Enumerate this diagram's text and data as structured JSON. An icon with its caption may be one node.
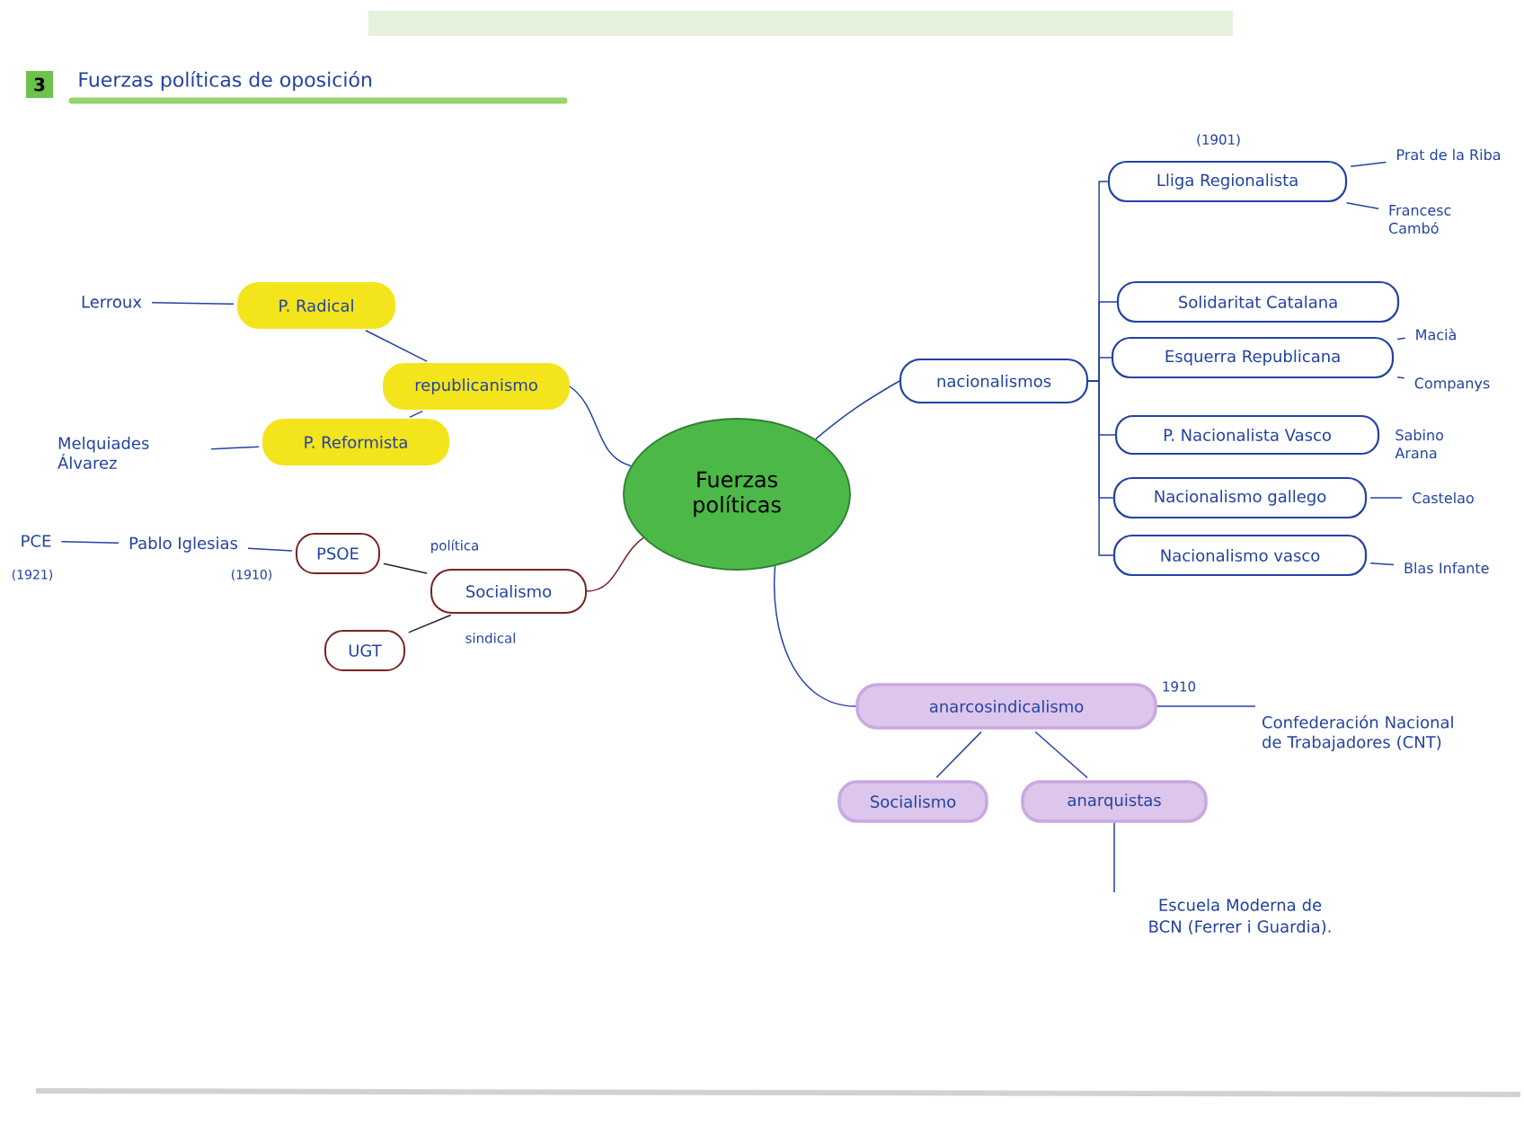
{
  "diagram": {
    "title": "Fuerzas políticas de oposición",
    "nodes": [
      {
        "text": [
          "Fuerzas políticas"
        ]
      },
      {
        "text": [
          "republicanismo"
        ]
      },
      {
        "text": [
          "P. Radical"
        ]
      },
      {
        "text": [
          "P. Reformista"
        ]
      },
      {
        "text": [
          "Lerroux"
        ]
      },
      {
        "text": [
          "Melquiades Álvarez"
        ]
      },
      {
        "text": [
          "Socialismo"
        ]
      },
      {
        "text": [
          "PSOE"
        ]
      },
      {
        "text": [
          "UGT"
        ]
      },
      {
        "text": [
          "Pablo Iglesias"
        ],
        "beside": [
          "(1910)"
        ]
      },
      {
        "text": [
          "PCE"
        ],
        "beside": [
          "(1921)"
        ]
      },
      {
        "text": [
          "nacionalismos"
        ]
      },
      {
        "text": [
          "Lliga Regionalista"
        ],
        "beside": [
          "(1901)"
        ]
      },
      {
        "text": [
          "Prat de la Riba"
        ]
      },
      {
        "text": [
          "Francesc Cambó"
        ]
      },
      {
        "text": [
          "Solidaritat Catalana"
        ]
      },
      {
        "text": [
          "Esquerra Republicana"
        ]
      },
      {
        "text": [
          "Macià"
        ]
      },
      {
        "text": [
          "Companys"
        ]
      },
      {
        "text": [
          "P. Nacionalista Vasco"
        ],
        "beside": [
          "Sabino Arana"
        ]
      },
      {
        "text": [
          "Nacionalismo gallego"
        ]
      },
      {
        "text": [
          "Castelao"
        ]
      },
      {
        "text": [
          "Nacionalismo vasco"
        ]
      },
      {
        "text": [
          "Blas Infante"
        ]
      },
      {
        "text": [
          "anarcosindicalismo"
        ]
      },
      {
        "text": [
          "Confederación Nacional de Trabajadores (CNT)"
        ]
      },
      {
        "text": [
          "Socialismo"
        ]
      },
      {
        "text": [
          "anarquistas"
        ]
      },
      {
        "text": [
          "Escuela Moderna de BCN (Ferrer i Guardia)."
        ]
      }
    ],
    "edges": [
      {
        "from": 0,
        "to": 1,
        "arrow": "none"
      },
      {
        "from": 1,
        "to": 2,
        "arrow": "none"
      },
      {
        "from": 1,
        "to": 3,
        "arrow": "none"
      },
      {
        "from": 4,
        "to": 2,
        "arrow": "none"
      },
      {
        "from": 5,
        "to": 3,
        "arrow": "none"
      },
      {
        "from": 0,
        "to": 6,
        "arrow": "none",
        "color": "#7a2323"
      },
      {
        "from": 6,
        "to": 7,
        "arrow": "none",
        "label": "política",
        "color": "#222222"
      },
      {
        "from": 6,
        "to": 8,
        "arrow": "none",
        "label": "sindical",
        "color": "#222222"
      },
      {
        "from": 9,
        "to": 7,
        "arrow": "none"
      },
      {
        "from": 10,
        "to": 9,
        "arrow": "none"
      },
      {
        "from": 0,
        "to": 11,
        "arrow": "none"
      },
      {
        "from": 11,
        "to": 12,
        "arrow": "none"
      },
      {
        "from": 11,
        "to": 15,
        "arrow": "none"
      },
      {
        "from": 11,
        "to": 16,
        "arrow": "none"
      },
      {
        "from": 11,
        "to": 19,
        "arrow": "none"
      },
      {
        "from": 11,
        "to": 20,
        "arrow": "none"
      },
      {
        "from": 11,
        "to": 22,
        "arrow": "none"
      },
      {
        "from": 12,
        "to": 13,
        "arrow": "none"
      },
      {
        "from": 12,
        "to": 14,
        "arrow": "none"
      },
      {
        "from": 16,
        "to": 17,
        "arrow": "none"
      },
      {
        "from": 16,
        "to": 18,
        "arrow": "none"
      },
      {
        "from": 20,
        "to": 21,
        "arrow": "none"
      },
      {
        "from": 22,
        "to": 23,
        "arrow": "none"
      },
      {
        "from": 0,
        "to": 24,
        "arrow": "none"
      },
      {
        "from": 24,
        "to": 25,
        "arrow": "none",
        "label": "1910"
      },
      {
        "from": 24,
        "to": 26,
        "arrow": "none"
      },
      {
        "from": 24,
        "to": 27,
        "arrow": "none"
      },
      {
        "from": 27,
        "to": 28,
        "arrow": "none"
      }
    ],
    "labels": [
      "3"
    ]
  }
}
